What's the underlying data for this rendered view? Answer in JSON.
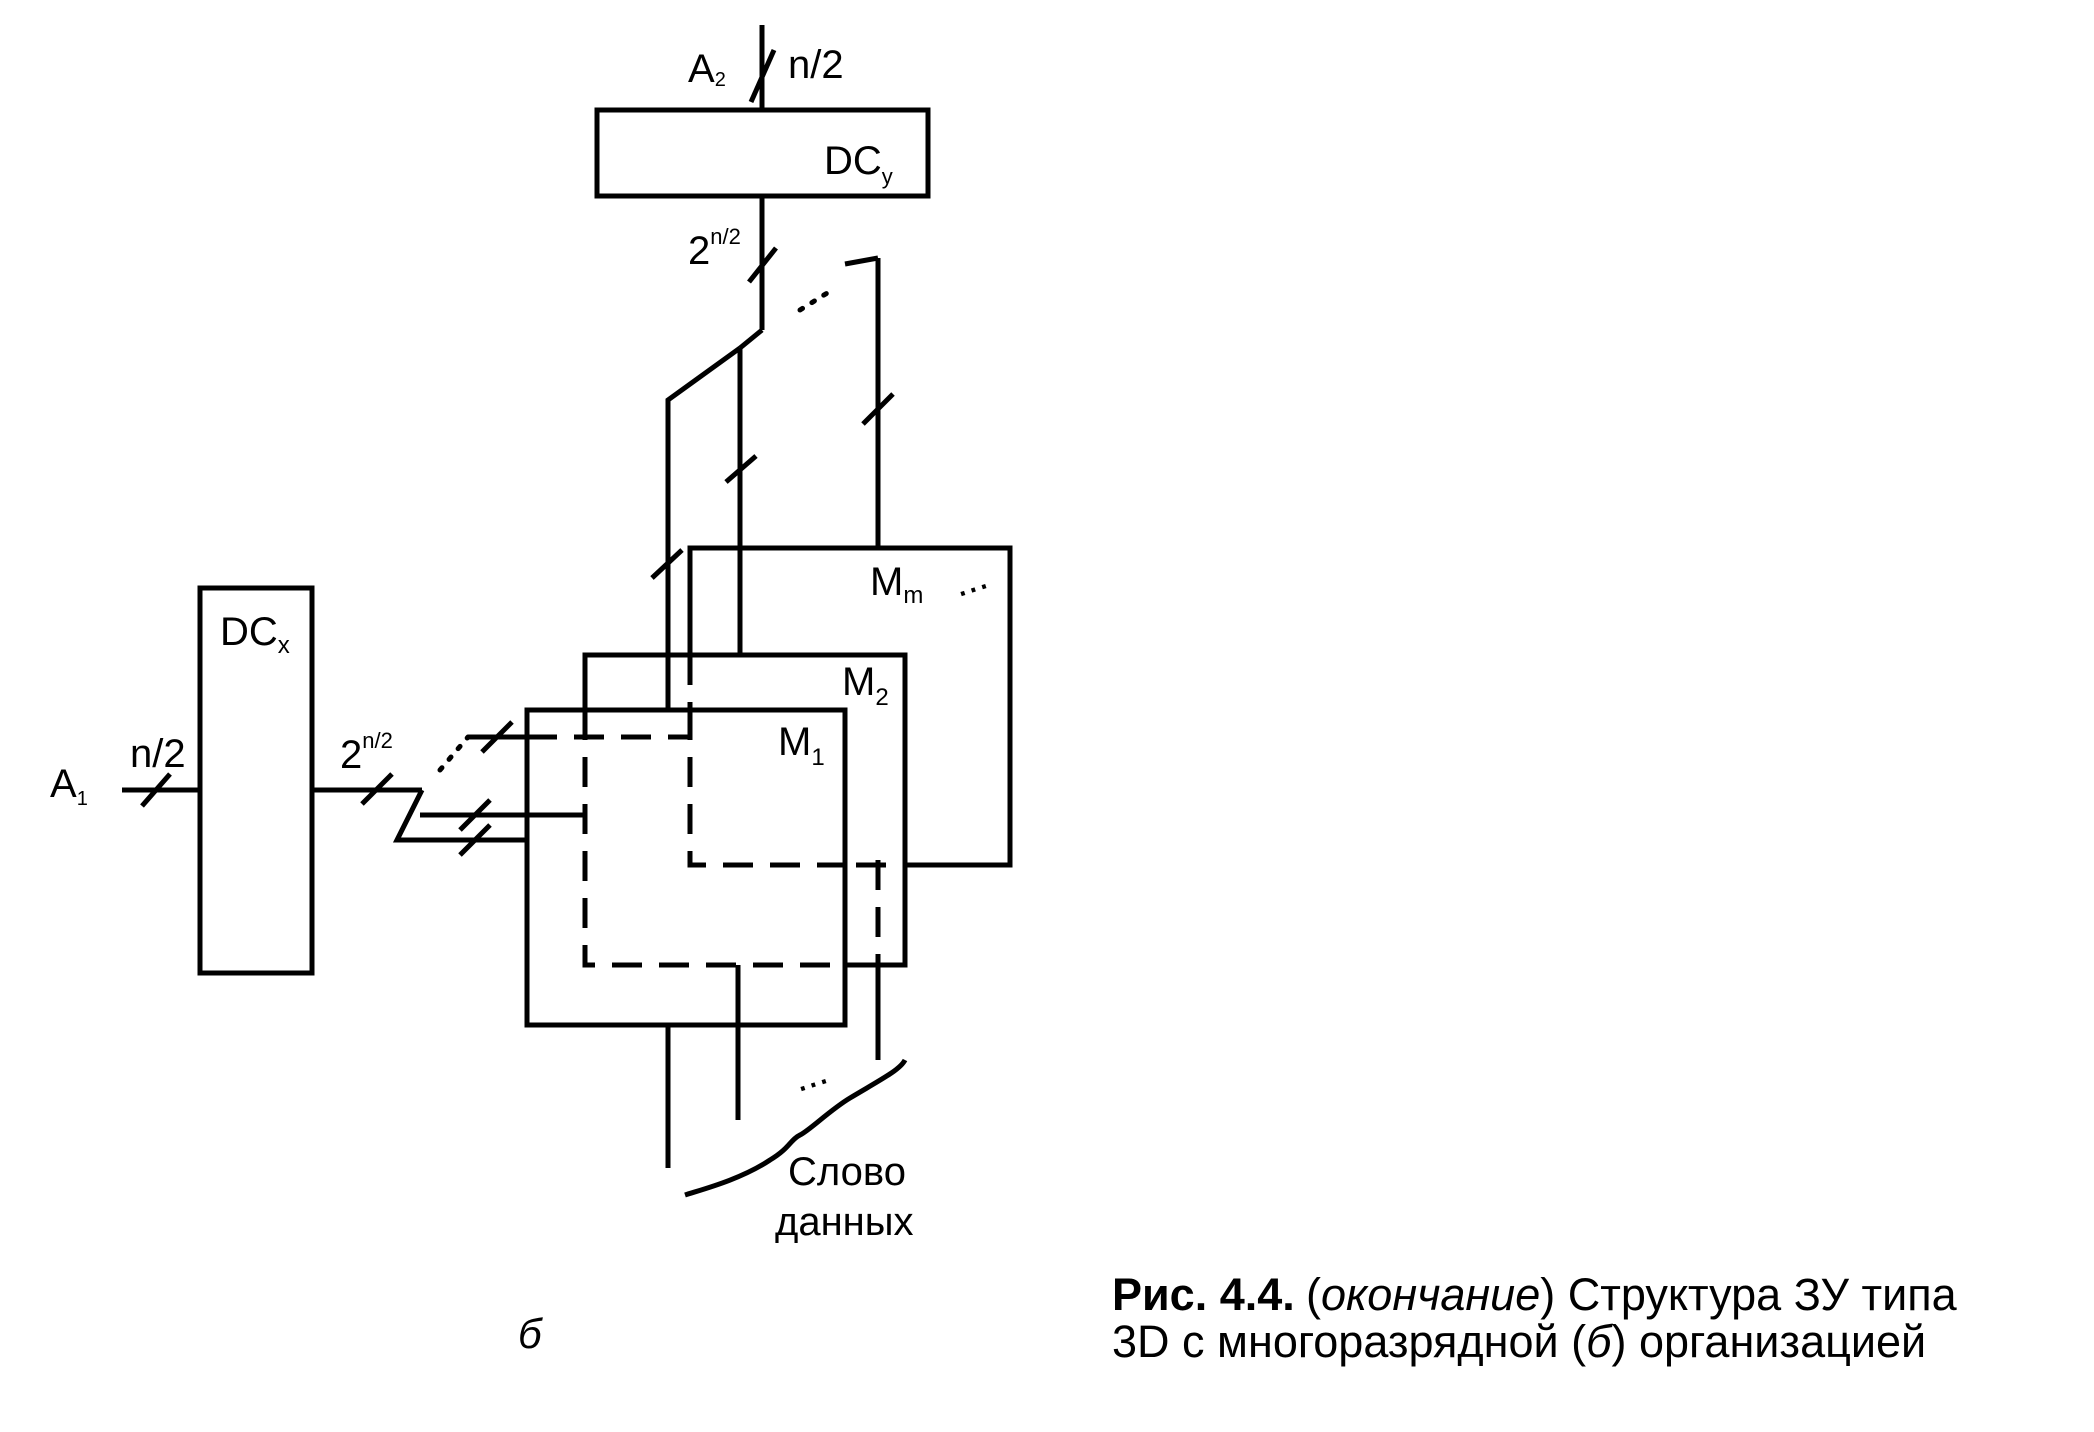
{
  "labels": {
    "a2": "A",
    "a2_sub": "2",
    "a2_width": "n/2",
    "dcy": "DC",
    "dcy_sub": "y",
    "dcy_out_base": "2",
    "dcy_out_exp": "n/2",
    "dcx": "DC",
    "dcx_sub": "x",
    "a1": "A",
    "a1_sub": "1",
    "a1_width": "n/2",
    "dcx_out_base": "2",
    "dcx_out_exp": "n/2",
    "m1": "M",
    "m1_sub": "1",
    "m2": "M",
    "m2_sub": "2",
    "mm": "M",
    "mm_sub": "m",
    "mm_dots": "...",
    "bottom_dots": "...",
    "data_word_line1": "Слово",
    "data_word_line2": "данных",
    "variant": "б"
  },
  "caption": {
    "bold": "Рис. 4.4.",
    "paren_open": "(",
    "italic": "окончание",
    "rest_line1": ") Структура ЗУ типа",
    "line2_a": "3D с многоразрядной (",
    "line2_italic": "б",
    "line2_b": ") организацией"
  }
}
